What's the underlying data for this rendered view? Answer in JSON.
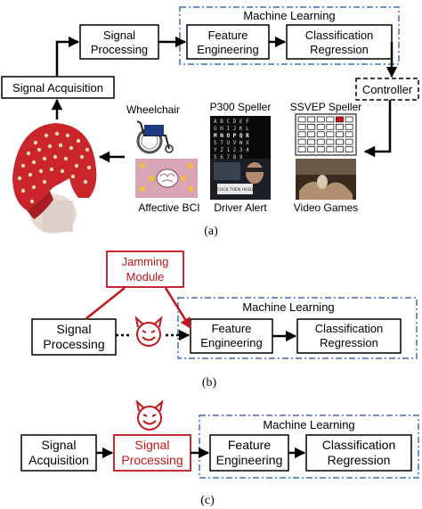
{
  "panel_a": {
    "ml_label": "Machine Learning",
    "signal_processing": [
      "Signal",
      "Processing"
    ],
    "feature_engineering": [
      "Feature",
      "Engineering"
    ],
    "classification": [
      "Classification",
      "Regression"
    ],
    "signal_acquisition": "Signal Acquisition",
    "controller": "Controller",
    "apps": {
      "wheelchair": "Wheelchair",
      "p300": "P300 Speller",
      "ssvep": "SSVEP Speller",
      "affective": "Affective BCI",
      "driver": "Driver Alert",
      "games": "Video Games"
    },
    "p300_rows": [
      "A B C D E F",
      "G H I J K L",
      "M N O P Q R",
      "S T U V W X",
      "Y Z 1 2 3 4",
      "5 6 7 8 9 _"
    ],
    "driver_screen_text": "CLICK THEN HOLD",
    "caption": "(a)"
  },
  "panel_b": {
    "jamming": [
      "Jamming",
      "Module"
    ],
    "ml_label": "Machine Learning",
    "signal_processing": [
      "Signal",
      "Processing"
    ],
    "feature_engineering": [
      "Feature",
      "Engineering"
    ],
    "classification": [
      "Classification",
      "Regression"
    ],
    "caption": "(b)"
  },
  "panel_c": {
    "ml_label": "Machine Learning",
    "signal_acquisition": [
      "Signal",
      "Acquisition"
    ],
    "signal_processing": [
      "Signal",
      "Processing"
    ],
    "feature_engineering": [
      "Feature",
      "Engineering"
    ],
    "classification": [
      "Classification",
      "Regression"
    ],
    "caption": "(c)"
  },
  "colors": {
    "ml_border": "#3f6fbf",
    "attack_red": "#c0161b",
    "box_border": "#000000"
  },
  "icons": [
    "eeg-cap-icon",
    "wheelchair-icon",
    "brain-icon",
    "devil-icon"
  ]
}
